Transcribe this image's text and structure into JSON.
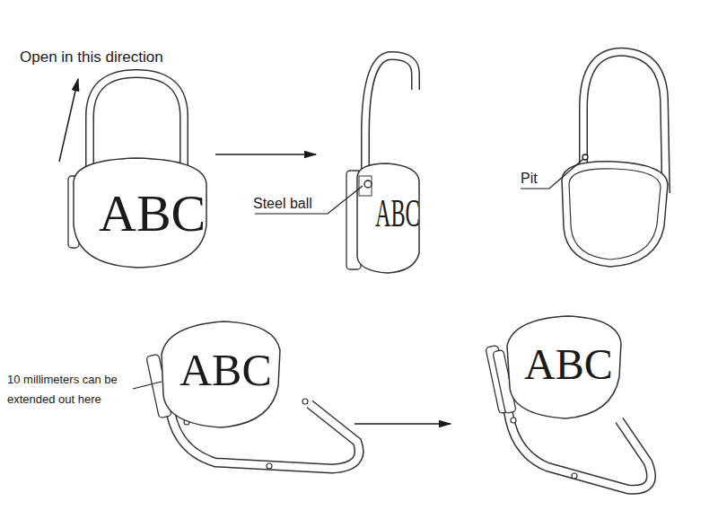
{
  "diagram": {
    "labels": [
      "Open in this direction",
      "ABC",
      "Steel ball",
      "ABC",
      "Pit",
      "10 millimeters can be extended out here",
      "ABC",
      "ABC"
    ]
  }
}
